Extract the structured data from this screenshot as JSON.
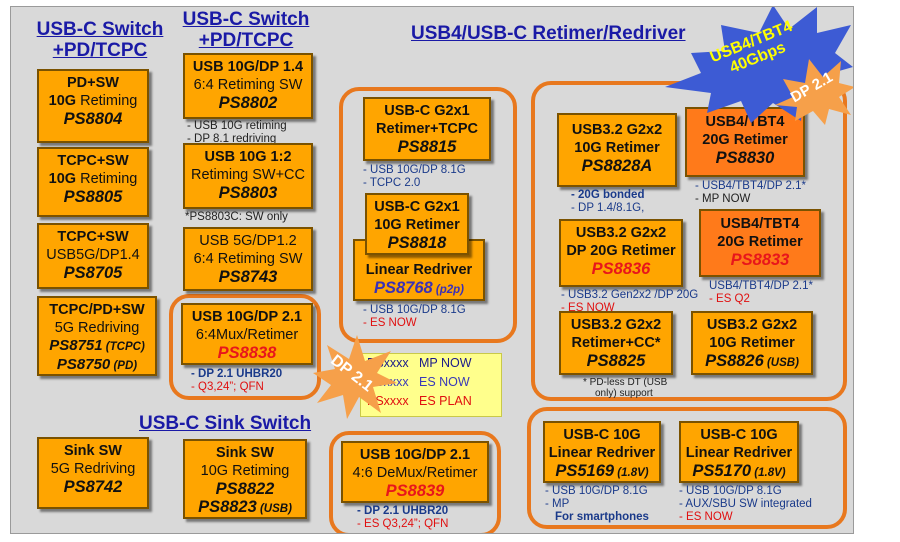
{
  "headers": {
    "switch_left": [
      "USB-C Switch",
      "+PD/TCPC"
    ],
    "switch_mid": [
      "USB-C Switch",
      "+PD/TCPC"
    ],
    "retimer": "USB4/USB-C Retimer/Redriver",
    "sink": "USB-C Sink Switch"
  },
  "chips": {
    "ps8804": {
      "l1": "PD+SW",
      "l2a": "10G",
      "l2b": " Retiming",
      "part": "PS8804"
    },
    "ps8805": {
      "l1": "TCPC+SW",
      "l2a": "10G",
      "l2b": " Retiming",
      "part": "PS8805"
    },
    "ps8705": {
      "l1": "TCPC+SW",
      "l2": "USB5G/DP1.4",
      "part": "PS8705"
    },
    "ps8751": {
      "l1": "TCPC/PD+SW",
      "l2": "5G Redriving",
      "part1": "PS8751",
      "part1_suffix": " (TCPC)",
      "part2": "PS8750",
      "part2_suffix": " (PD)"
    },
    "ps8802": {
      "l1": "USB 10G/DP 1.4",
      "l2": "6:4 Retiming SW",
      "part": "PS8802"
    },
    "ps8803": {
      "l1": "USB 10G 1:2",
      "l2": "Retiming SW+CC",
      "part": "PS8803"
    },
    "ps8743": {
      "l1": "USB 5G/DP1.2",
      "l2": "6:4 Retiming SW",
      "part": "PS8743"
    },
    "ps8838": {
      "l1": "USB 10G/DP 2.1",
      "l2": "6:4Mux/Retimer",
      "part": "PS8838"
    },
    "ps8742": {
      "l1": "Sink SW",
      "l2": "5G Redriving",
      "part": "PS8742"
    },
    "ps8822": {
      "l1": "Sink SW",
      "l2": "10G Retiming",
      "part1": "PS8822",
      "part2": "PS8823",
      "part2_suffix": " (USB)"
    },
    "ps8815": {
      "l1": "USB-C G2x1",
      "l2": "Retimer+TCPC",
      "part": "PS8815"
    },
    "ps8818": {
      "l1": "USB-C G2x1",
      "l2": "10G Retimer",
      "part": "PS8818"
    },
    "ps8768": {
      "l1": "Linear Redriver",
      "part": "PS8768",
      "part_suffix": " (p2p)"
    },
    "ps8839": {
      "l1": "USB 10G/DP 2.1",
      "l2": "4:6 DeMux/Retimer",
      "part": "PS8839"
    },
    "ps8828a": {
      "l1": "USB3.2 G2x2",
      "l2": "10G Retimer",
      "part": "PS8828A"
    },
    "ps8830": {
      "l1": "USB4/TBT4",
      "l2": "20G Retimer",
      "part": "PS8830"
    },
    "ps8836": {
      "l1": "USB3.2 G2x2",
      "l2": "DP 20G Retimer",
      "part": "PS8836"
    },
    "ps8833": {
      "l1": "USB4/TBT4",
      "l2": "20G Retimer",
      "part": "PS8833"
    },
    "ps8825": {
      "l1": "USB3.2 G2x2",
      "l2": "Retimer+CC*",
      "part": "PS8825"
    },
    "ps8826": {
      "l1": "USB3.2 G2x2",
      "l2": "10G Retimer",
      "part": "PS8826",
      "part_suffix": " (USB)"
    },
    "ps5169": {
      "l1": "USB-C 10G",
      "l2": "Linear Redriver",
      "part": "PS5169",
      "part_suffix": " (1.8V)"
    },
    "ps5170": {
      "l1": "USB-C 10G",
      "l2": "Linear Redriver",
      "part": "PS5170",
      "part_suffix": " (1.8V)"
    }
  },
  "notes": {
    "ps8802_a": "- USB 10G retiming",
    "ps8802_b": "- DP 8.1 redriving",
    "ps8803_a": "*PS8803C: SW only",
    "ps8838_a": "- DP 2.1 UHBR20",
    "ps8838_b": "- Q3,24”; QFN",
    "ps8815_a": "- USB 10G/DP 8.1G",
    "ps8815_b": "- TCPC 2.0",
    "ps8768_a": "- USB 10G/DP 8.1G",
    "ps8768_b": "- ES NOW",
    "ps8839_a": "- DP 2.1 UHBR20",
    "ps8839_b": "- ES Q3,24”; QFN",
    "ps8828_a": "- 20G bonded",
    "ps8828_b": "- DP 1.4/8.1G,",
    "ps8830_a": "- USB4/TBT4/DP 2.1*",
    "ps8830_b": "- MP NOW",
    "ps8836_a": "- USB3.2 Gen2x2 /DP 20G",
    "ps8836_b": "- ES NOW",
    "ps8833_a": "USB4/TBT4/DP 2.1*",
    "ps8833_b": "- ES Q2",
    "ps8825_a": "* PD-less DT (USB",
    "ps8825_b": "only) support",
    "ps5169_a": "- USB 10G/DP 8.1G",
    "ps5169_b": "- MP",
    "ps5169_c": "For smartphones",
    "ps5170_a": "- USB 10G/DP 8.1G",
    "ps5170_b": "- AUX/SBU SW integrated",
    "ps5170_c": "- ES NOW"
  },
  "legend": [
    {
      "code": "PSxxxx",
      "status": "MP NOW"
    },
    {
      "code": "PSxxxx",
      "status": "ES NOW"
    },
    {
      "code": "PSxxxx",
      "status": "ES PLAN"
    }
  ],
  "bursts": {
    "usb4": [
      "USB4/TBT4",
      "40Gbps"
    ],
    "dp21_top": "DP 2.1",
    "dp21_mid": "DP 2.1"
  },
  "colors": {
    "canvas": "#d9d9d9",
    "chip": "#ffa500",
    "chip_dark": "#ff7a1a",
    "group_border": "#e8781e",
    "header": "#1a1aa6",
    "status_mp": "#1a1a8a",
    "status_es": "#e8161b",
    "legend_bg": "#ffff8c",
    "burst_blue": "#3d5bd4",
    "burst_orange": "#f6a04a"
  }
}
